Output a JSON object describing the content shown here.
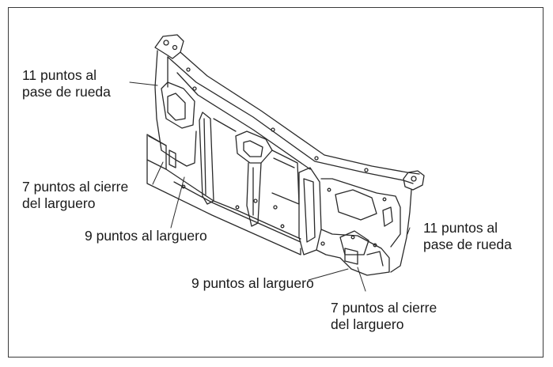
{
  "callouts": {
    "wheel_arch_left": [
      "11 puntos al",
      "pase de rueda"
    ],
    "rail_closure_left": [
      "7 puntos al cierre",
      "del larguero"
    ],
    "rail_left": "9 puntos al larguero",
    "wheel_arch_right": [
      "11 puntos al",
      "pase de rueda"
    ],
    "rail_right": "9 puntos al larguero",
    "rail_closure_right": [
      "7 puntos al cierre",
      "del larguero"
    ]
  },
  "colors": {
    "ink": "#2a2a2a",
    "frame": "#3a3a3a",
    "background": "#ffffff"
  }
}
